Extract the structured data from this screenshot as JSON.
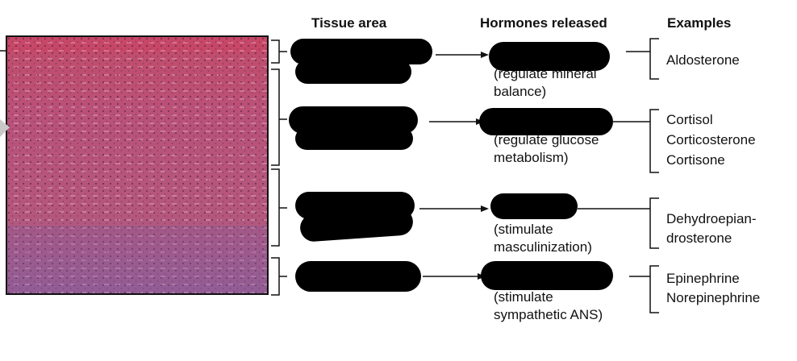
{
  "headers": {
    "tissue_area": "Tissue area",
    "hormones_released": "Hormones released",
    "examples": "Examples"
  },
  "rows": [
    {
      "hormone_note_1": "(regulate mineral",
      "hormone_note_2": "balance)",
      "examples": [
        "Aldosterone"
      ]
    },
    {
      "hormone_note_1": "(regulate glucose",
      "hormone_note_2": "metabolism)",
      "examples": [
        "Cortisol",
        "Corticosterone",
        "Cortisone"
      ]
    },
    {
      "hormone_note_1": "(stimulate",
      "hormone_note_2": "masculinization)",
      "examples": [
        "Dehydroepian-",
        "drosterone"
      ]
    },
    {
      "hormone_note_1": "(stimulate",
      "hormone_note_2": "sympathetic ANS)",
      "examples": [
        "Epinephrine",
        "Norepinephrine"
      ]
    }
  ],
  "colors": {
    "tissue_top": "#c0506e",
    "tissue_mid": "#b24e78",
    "tissue_bottom": "#8e5a90",
    "redaction": "#000000",
    "line": "#111111"
  }
}
